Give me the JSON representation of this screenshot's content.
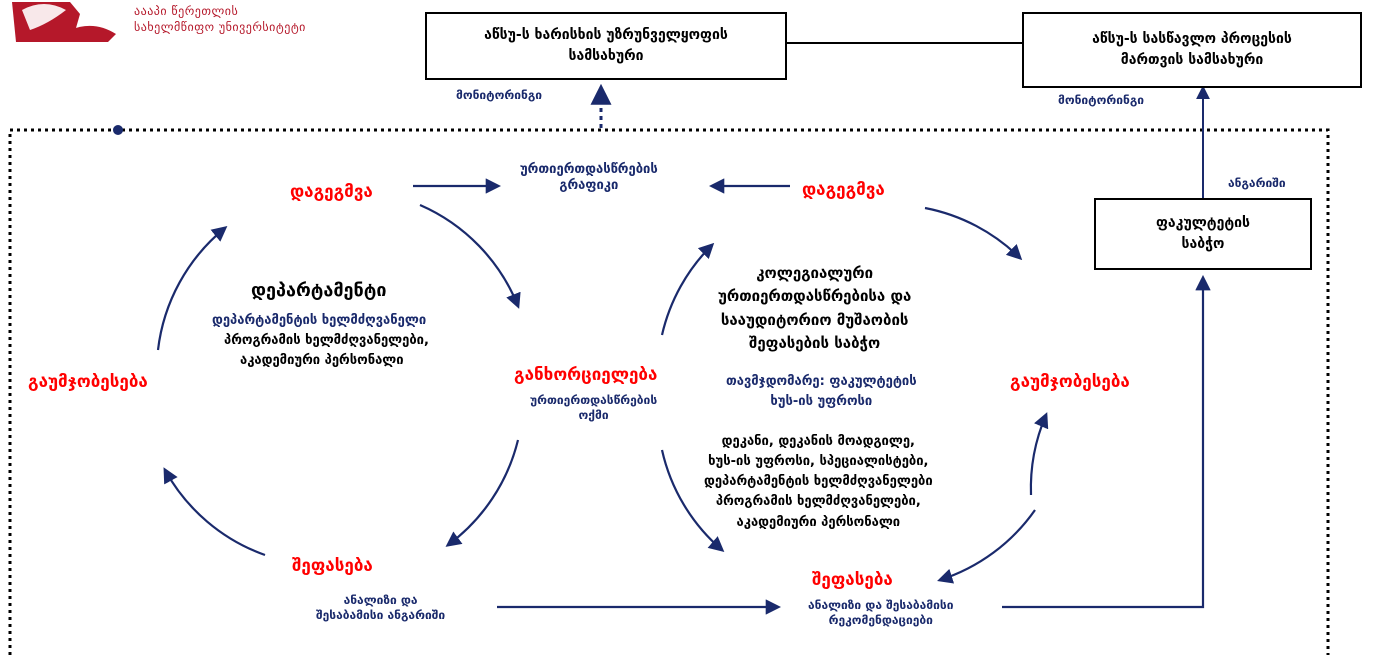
{
  "logo": {
    "line1": "აააპი წერეთლის",
    "line2": "სახელმწიფო უნივერსიტეტი"
  },
  "top_boxes": {
    "quality": {
      "line1": "აწსუ-ს ხარისხის უზრუნველყოფის",
      "line2": "სამსახური"
    },
    "learning": {
      "line1": "აწსუ-ს სასწავლო პროცესის",
      "line2": "მართვის სამსახური"
    }
  },
  "monitoring_left": "მონიტორინგი",
  "monitoring_right": "მონიტორინგი",
  "report_label": "ანგარიში",
  "faculty_board": {
    "line1": "ფაკულტეტის",
    "line2": "საბჭო"
  },
  "left_cycle": {
    "planning": "დაგეგმვა",
    "improvement": "გაუმჯობესება",
    "implementation": "განხორციელება",
    "assessment": "შეფასება",
    "center_title": "დეპარტამენტი",
    "center_subtitle": "დეპარტამენტის ხელმძღვანელი",
    "center_line2": "პროგრამის ხელმძღვანელები,",
    "center_line3": "აკადემიური პერსონალი"
  },
  "right_cycle": {
    "planning": "დაგეგმვა",
    "improvement": "გაუმჯობესება",
    "assessment": "შეფასება",
    "center_line1": "კოლეგიალური",
    "center_line2": "ურთიერთდასწრებისა და",
    "center_line3": "სააუდიტორიო მუშაობის",
    "center_line4": "შეფასების საბჭო",
    "chair_line1": "თავმჯდომარე: ფაკულტეტის",
    "chair_line2": "ხუს-ის უფროსი",
    "members_line1": "დეკანი, დეკანის მოადგილე,",
    "members_line2": "ხუს-ის  უფროსი, სპეციალისტები,",
    "members_line3": "დეპარტამენტის ხელმძღვანელები",
    "members_line4": "პროგრამის ხელმძღვანელები,",
    "members_line5": "აკადემიური პერსონალი"
  },
  "schedule": {
    "line1": "ურთიერთდასწრების",
    "line2": "გრაფიკი"
  },
  "week": {
    "line1": "ურთიერთდასწრების",
    "line2": "ოქმი"
  },
  "left_assessment_note": {
    "line1": "ანალიზი და",
    "line2": "შესაბამისი ანგარიში"
  },
  "right_assessment_note": {
    "line1": "ანალიზი და შესაბამისი",
    "line2": "რეკომენდაციები"
  },
  "colors": {
    "red": "#ff0000",
    "navy": "#1a2a6c",
    "arrow": "#1a2a6c"
  }
}
